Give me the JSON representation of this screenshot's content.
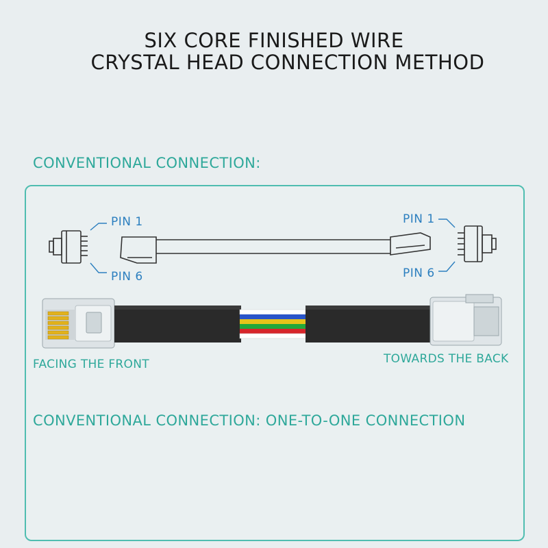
{
  "title": {
    "line1": "SIX CORE FINISHED WIRE",
    "line2": "CRYSTAL HEAD CONNECTION METHOD"
  },
  "section_heading": "CONVENTIONAL CONNECTION:",
  "pins": {
    "left_top": "PIN 1",
    "left_bottom": "PIN 6",
    "right_top": "PIN 1",
    "right_bottom": "PIN 6"
  },
  "captions": {
    "left": "FACING THE FRONT",
    "right": "TOWARDS THE BACK"
  },
  "bottom_heading": "CONVENTIONAL CONNECTION: ONE-TO-ONE CONNECTION",
  "colors": {
    "accent_teal": "#2ea89a",
    "pin_blue": "#2c7fbf",
    "panel_border": "#4fbdb0",
    "cable_black": "#2a2a2a",
    "wires": [
      "#ffffff",
      "#d7262b",
      "#22a83a",
      "#e6c41a",
      "#2a55c9",
      "#ffffff"
    ]
  }
}
